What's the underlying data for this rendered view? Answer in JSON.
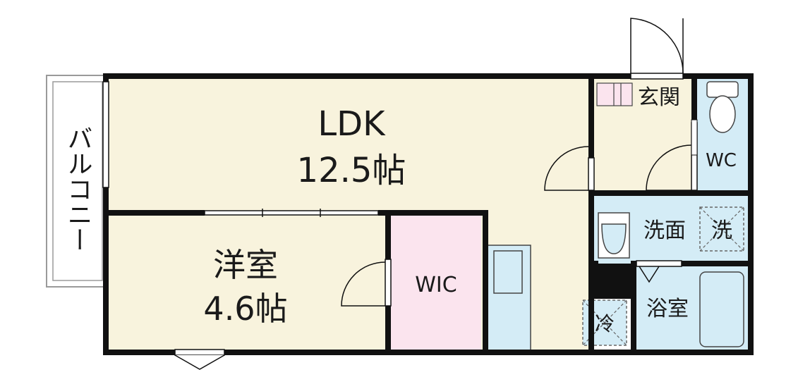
{
  "rooms": {
    "ldk": {
      "name": "LDK",
      "size": "12.5帖"
    },
    "western": {
      "name": "洋室",
      "size": "4.6帖"
    },
    "wic": {
      "name": "WIC"
    },
    "entrance": {
      "name": "玄関"
    },
    "wc": {
      "name": "WC"
    },
    "washroom": {
      "name": "洗面"
    },
    "washer": {
      "name": "洗"
    },
    "bath": {
      "name": "浴室"
    },
    "fridge": {
      "name": "冷"
    }
  },
  "balcony": {
    "name": "バルコニー"
  },
  "colors": {
    "ldk_floor": "#f8f3dd",
    "western_floor": "#f8f3dd",
    "wic_floor": "#fbe4ee",
    "wet_area": "#d4ecf6",
    "wall": "#111111",
    "balcony_line": "#9a9a9a"
  }
}
